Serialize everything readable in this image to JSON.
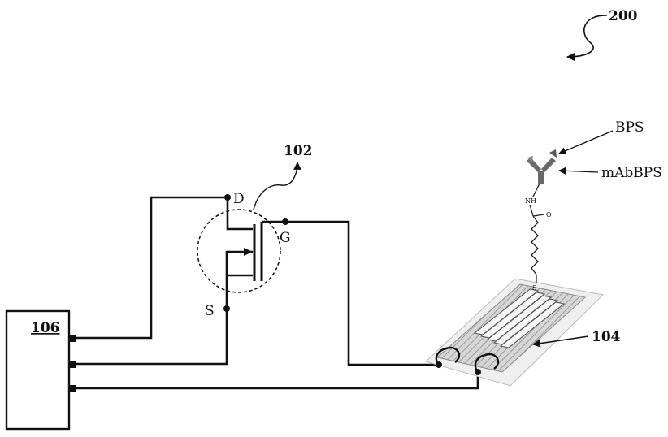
{
  "figure": {
    "figure_ref": "200",
    "transistor_ref": "102",
    "sensor_ref": "104",
    "controller_ref": "106",
    "drain_label": "D",
    "gate_label": "G",
    "source_label": "S",
    "analyte_label": "BPS",
    "antibody_label": "mAbBPS",
    "linker_nh": "NH",
    "linker_o": "O",
    "linker_s": "S"
  }
}
